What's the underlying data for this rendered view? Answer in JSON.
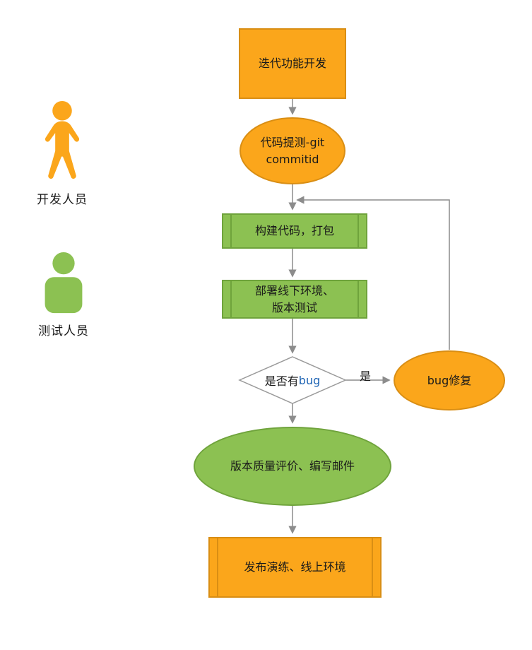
{
  "palette": {
    "orange_fill": "#FBA61B",
    "orange_border": "#D98E14",
    "green_fill": "#8CC152",
    "green_border": "#6FA33C",
    "line_gray": "#8C8C8C",
    "text_black": "#1A1A1A",
    "bug_keyword_blue": "#1F64B4",
    "background": "#FFFFFF"
  },
  "actors": {
    "developer": {
      "label": "开发人员"
    },
    "tester": {
      "label": "测试人员"
    }
  },
  "nodes": {
    "iteration_dev": {
      "label": "迭代功能开发"
    },
    "code_commit": {
      "line1": "代码提测-git",
      "line2": "commitid"
    },
    "build": {
      "label": "构建代码，打包"
    },
    "deploy": {
      "line1": "部署线下环境、",
      "line2": "版本测试"
    },
    "bug_check": {
      "prefix": "是否有",
      "keyword": "bug"
    },
    "bug_fix": {
      "label": "bug修复"
    },
    "quality_review": {
      "label": "版本质量评价、编写邮件"
    },
    "release": {
      "label": "发布演练、线上环境"
    }
  },
  "edges": {
    "yes_label": "是"
  }
}
